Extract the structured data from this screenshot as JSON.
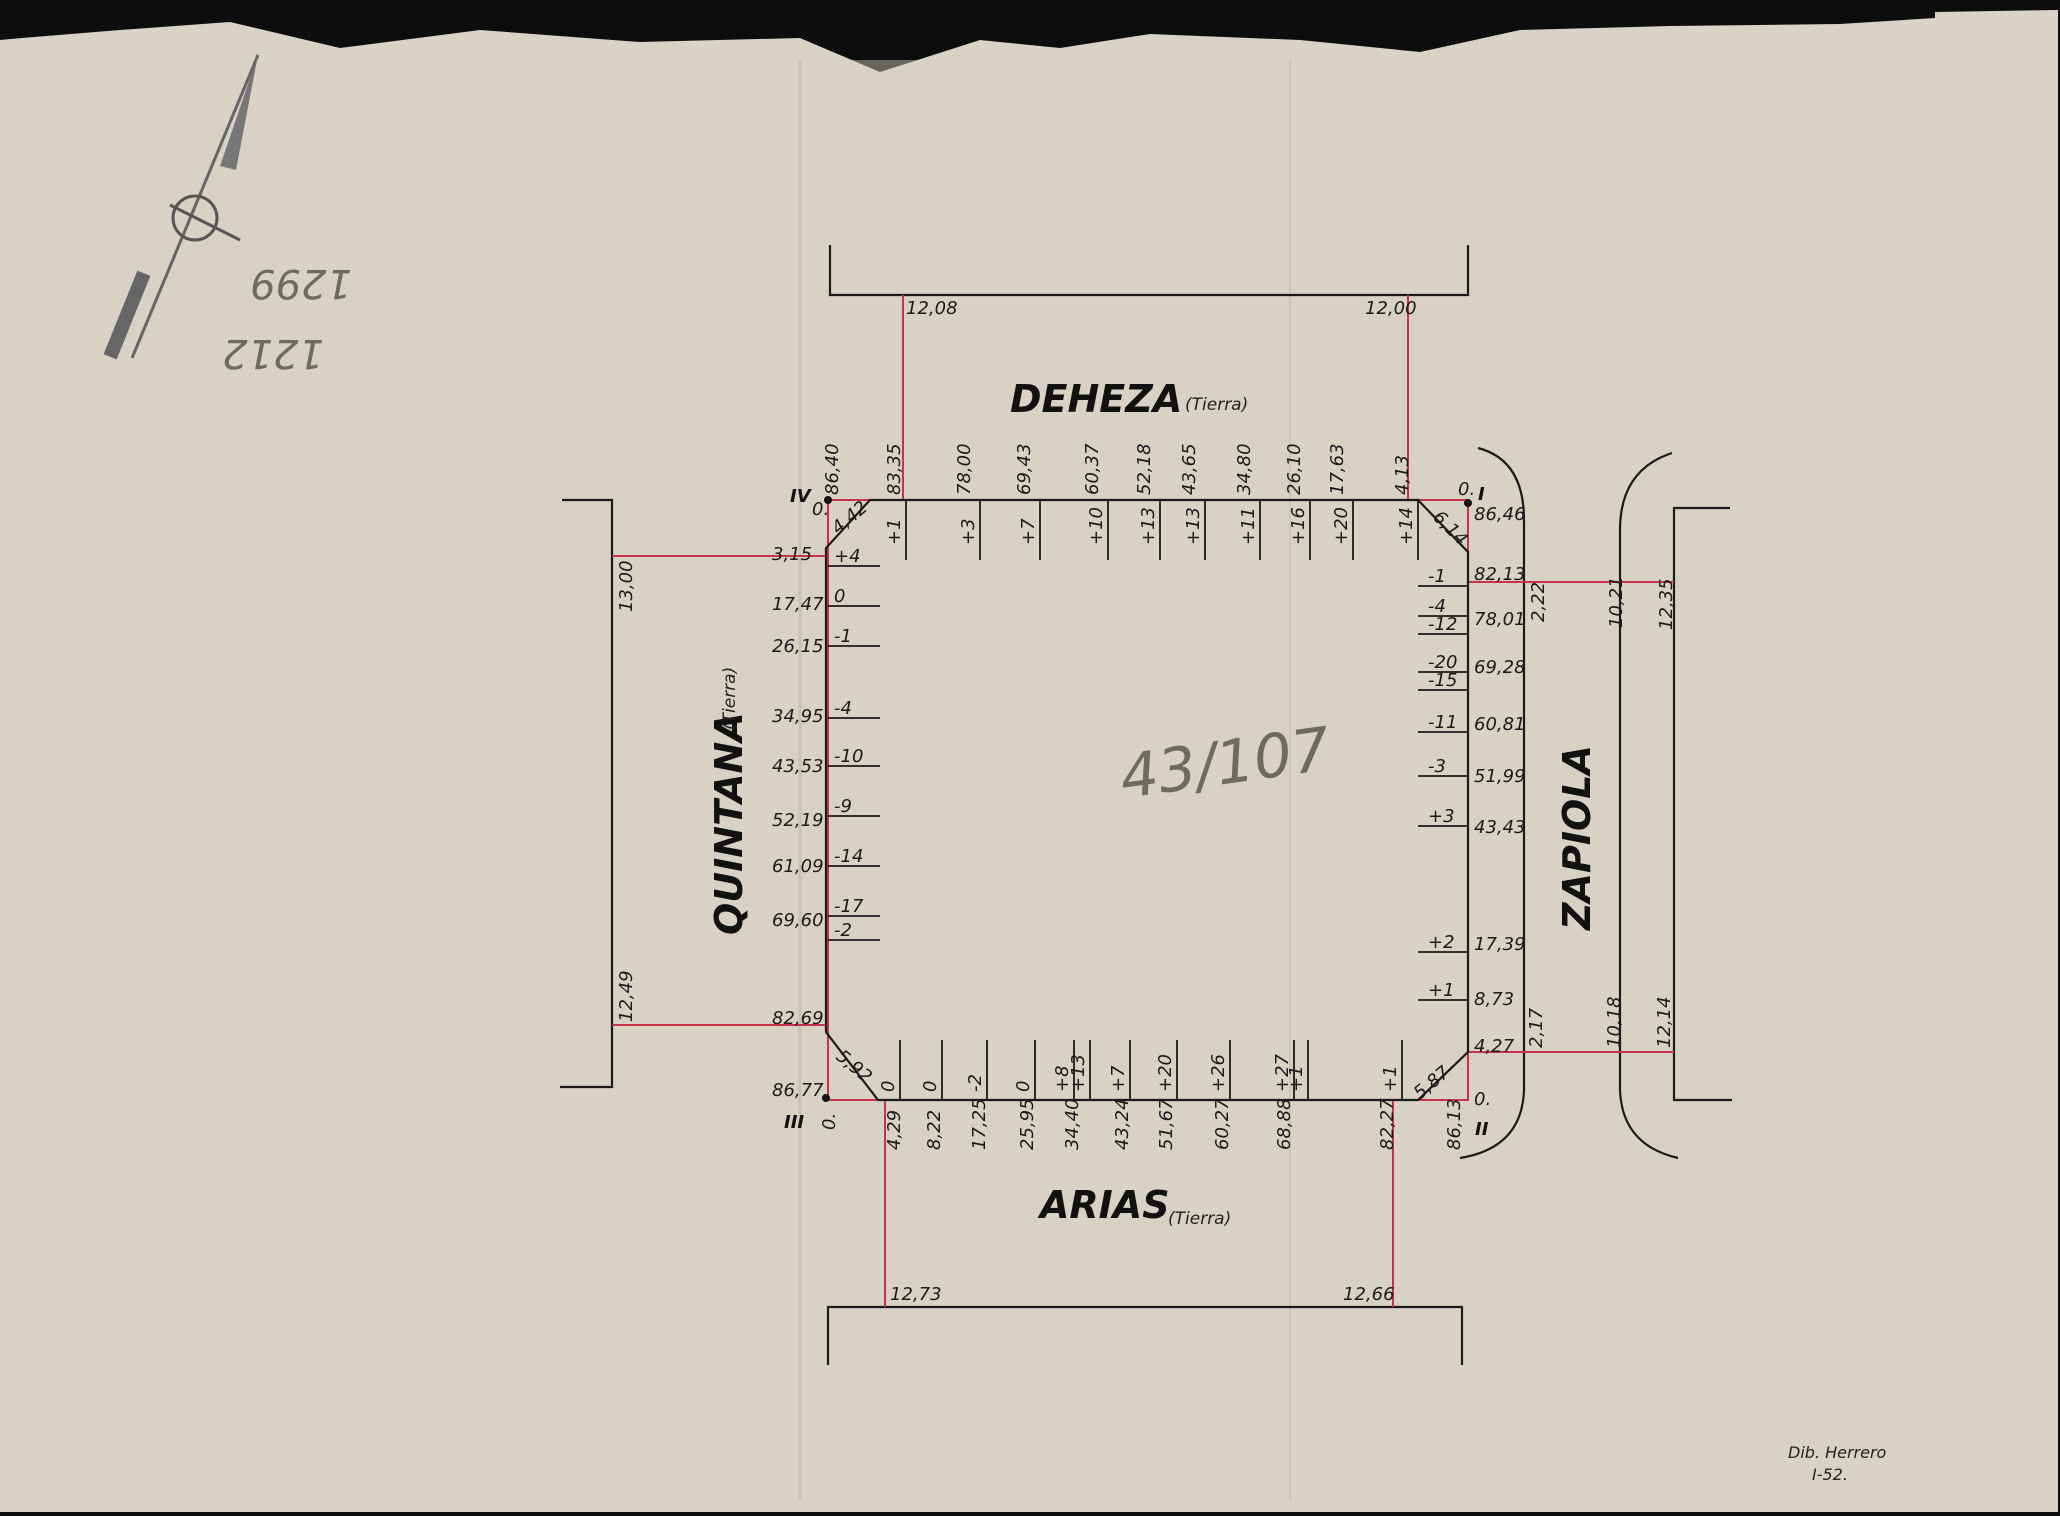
{
  "colors": {
    "paper": "#d9d3c6",
    "ink": "#1a1a1a",
    "red": "#c8324b",
    "pencil": "#6f6a5e"
  },
  "pencil_notes": {
    "top_left_1": "1299",
    "top_left_2": "1212",
    "center": "43/107"
  },
  "signature": {
    "line1": "Dib. Herrero",
    "line2": "I-52."
  },
  "streets": {
    "north": {
      "name": "DEHEZA",
      "surface": "(Tierra)",
      "left_level": "12,08",
      "right_level": "12,00"
    },
    "south": {
      "name": "ARIAS",
      "surface": "(Tierra)",
      "left_level": "12,73",
      "right_level": "12,66"
    },
    "west": {
      "name": "QUINTANA",
      "surface": "(Tierra)",
      "top_level": "13,00",
      "bottom_level": "12,49"
    },
    "east": {
      "name": "ZAPIOLA",
      "top_a": "2,22",
      "top_b": "10,21",
      "top_c": "12,35",
      "bot_a": "2,17",
      "bot_b": "10,18",
      "bot_c": "12,14"
    }
  },
  "corners": {
    "c1": "I",
    "c2": "II",
    "c3": "III",
    "c4": "IV",
    "zero": "0."
  },
  "north_side": {
    "dists": [
      "86,40",
      "83,35",
      "78,00",
      "69,43",
      "60,37",
      "52,18",
      "43,65",
      "34,80",
      "26,10",
      "17,63",
      "4,13"
    ],
    "offsets": [
      "+1",
      "+3",
      "+7",
      "+10",
      "+13",
      "+13",
      "+11",
      "+16",
      "+20",
      "+14"
    ],
    "chamfer_left": "4,42",
    "chamfer_right": "6,14",
    "zero": "0"
  },
  "east_side": {
    "dists": [
      "86,46",
      "82,13",
      "78,01",
      "69,28",
      "60,81",
      "51,99",
      "43,43",
      "17,39",
      "8,73",
      "4,27"
    ],
    "offsets": [
      "-1",
      "-4",
      "-12",
      "-20",
      "-15",
      "-11",
      "-3",
      "+3",
      "+2",
      "+1"
    ]
  },
  "south_side": {
    "dists": [
      "4,29",
      "8,22",
      "17,25",
      "25,95",
      "34,40",
      "43,24",
      "51,67",
      "60,27",
      "68,88",
      "82,27",
      "86,13"
    ],
    "offsets": [
      "0",
      "0",
      "-2",
      "0",
      "+8",
      "+13",
      "+7",
      "+20",
      "+26",
      "+27",
      "+1",
      "+1"
    ],
    "chamfer_left": "5,92",
    "chamfer_right": "5,87"
  },
  "west_side": {
    "dists": [
      "3,15",
      "17,47",
      "26,15",
      "34,95",
      "43,53",
      "52,19",
      "61,09",
      "69,60",
      "82,69",
      "86,77"
    ],
    "offsets": [
      "+4",
      "0",
      "-1",
      "-4",
      "-10",
      "-9",
      "-14",
      "-17",
      "-2"
    ],
    "zero": "0"
  }
}
